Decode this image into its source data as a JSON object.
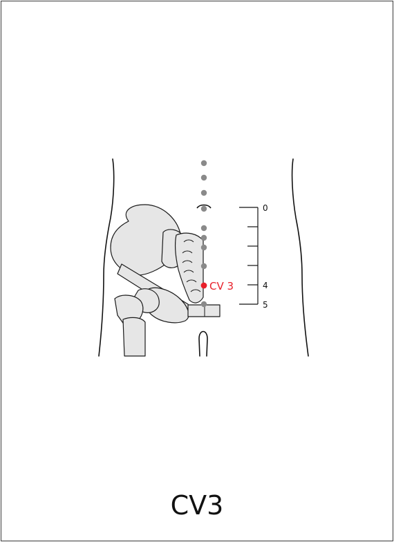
{
  "caption": "CV3",
  "point": {
    "label": "CV 3",
    "color": "#e8202a"
  },
  "scale": {
    "labels": [
      "0",
      "4",
      "5"
    ]
  },
  "colors": {
    "marker_gray": "#8a8a8a",
    "outline": "#111111",
    "bone_fill": "#e6e6e6"
  },
  "icons": [
    "navel-icon",
    "acupoint-marker-icon"
  ]
}
